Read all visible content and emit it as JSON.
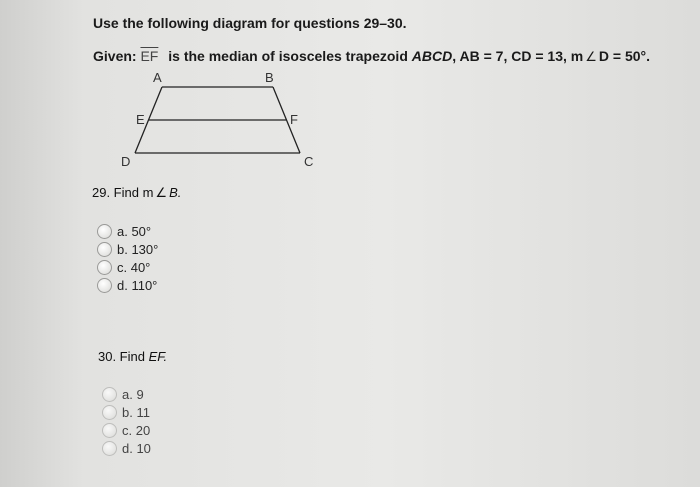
{
  "instructions": "Use the following diagram for questions 29–30.",
  "given": {
    "label": "Given:",
    "segment": "EF",
    "text_before_polygon": "is the median of isosceles trapezoid",
    "polygon": "ABCD",
    "ab": ", AB = 7,",
    "cd": "CD = 13,",
    "m": "m",
    "angle_symbol": "∠",
    "angle_rest": "D = 50°."
  },
  "diagram": {
    "labels": {
      "a": "A",
      "b": "B",
      "c": "C",
      "d": "D",
      "e": "E",
      "f": "F"
    }
  },
  "q29": {
    "prefix": "29. Find m",
    "angle_symbol": "∠",
    "var": "B.",
    "options": [
      "a. 50°",
      "b. 130°",
      "c. 40°",
      "d. 110°"
    ]
  },
  "q30": {
    "prefix": "30. Find",
    "var": "EF.",
    "options": [
      "a. 9",
      "b. 11",
      "c. 20",
      "d. 10"
    ]
  }
}
